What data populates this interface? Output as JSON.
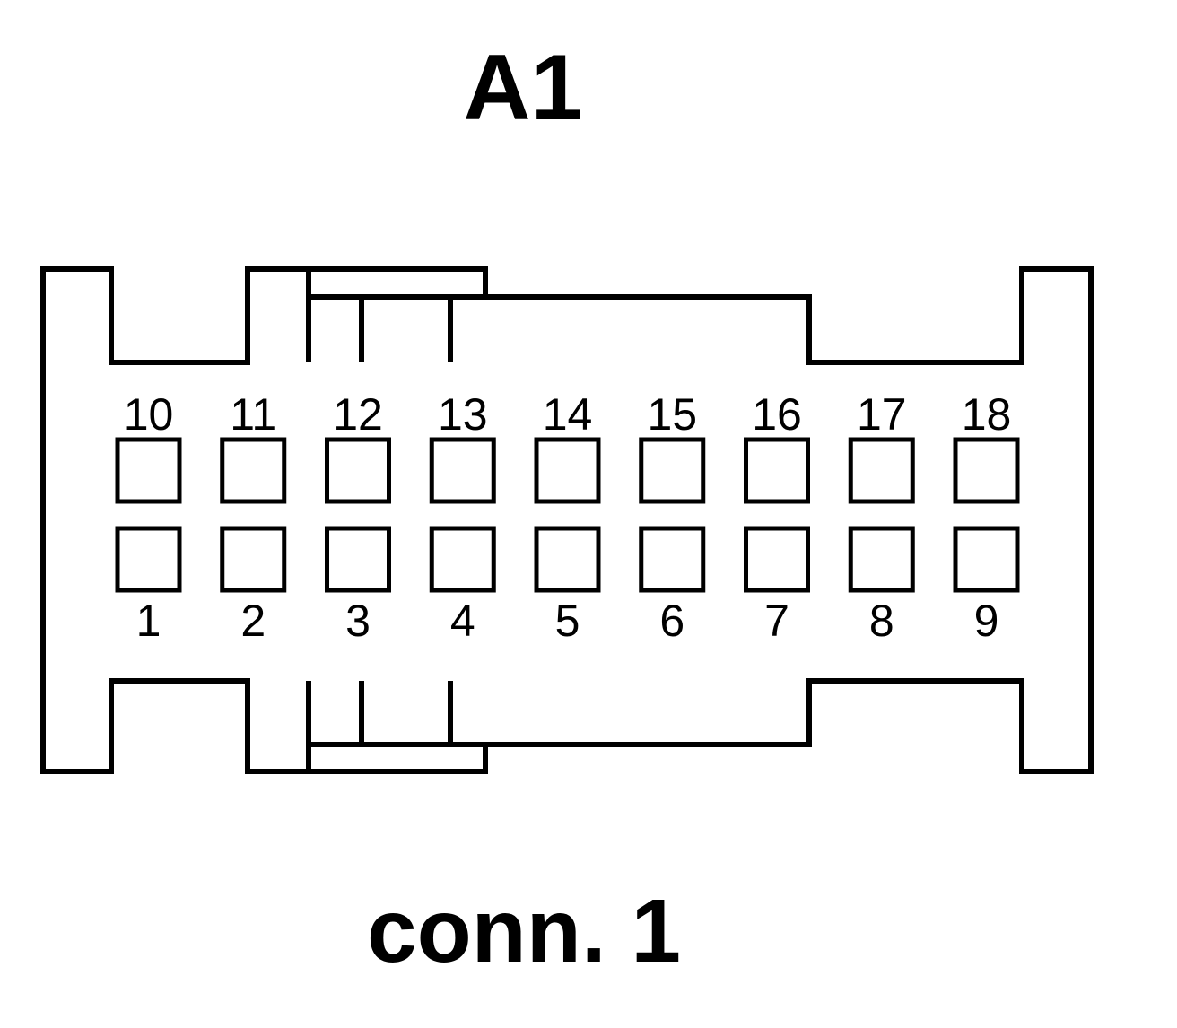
{
  "title": "A1",
  "caption": "conn. 1",
  "pins": {
    "top_row": [
      "10",
      "11",
      "12",
      "13",
      "14",
      "15",
      "16",
      "17",
      "18"
    ],
    "bottom_row": [
      "1",
      "2",
      "3",
      "4",
      "5",
      "6",
      "7",
      "8",
      "9"
    ]
  },
  "colors": {
    "line": "#000000",
    "background": "#ffffff"
  }
}
